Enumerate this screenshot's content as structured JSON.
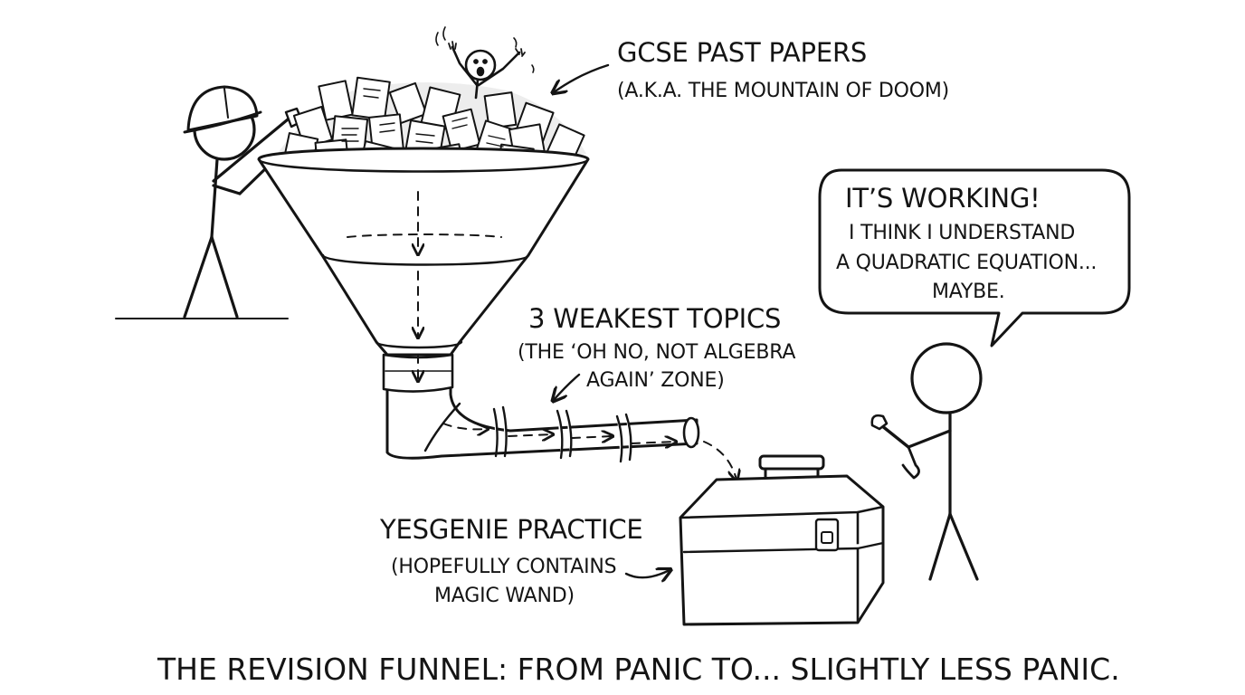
{
  "labels": {
    "gcse_title": "GCSE PAST PAPERS",
    "gcse_sub": "(A.K.A. THE MOUNTAIN OF DOOM)",
    "topics_title": "3 WEAKEST TOPICS",
    "topics_sub1": "(THE ‘OH NO, NOT ALGEBRA",
    "topics_sub2": "AGAIN’ ZONE)",
    "practice_title": "YESGENIE PRACTICE",
    "practice_sub1": "(HOPEFULLY CONTAINS",
    "practice_sub2": "MAGIC WAND)"
  },
  "speech": {
    "line1": "IT’S WORKING!",
    "line2": "I THINK I UNDERSTAND",
    "line3": "A QUADRATIC EQUATION...",
    "line4": "MAYBE."
  },
  "caption": "THE REVISION FUNNEL: FROM PANIC TO... SLIGHTLY LESS PANIC.",
  "colors": {
    "ink": "#141414",
    "paper": "#ffffff",
    "shade": "#e9e9e9"
  }
}
